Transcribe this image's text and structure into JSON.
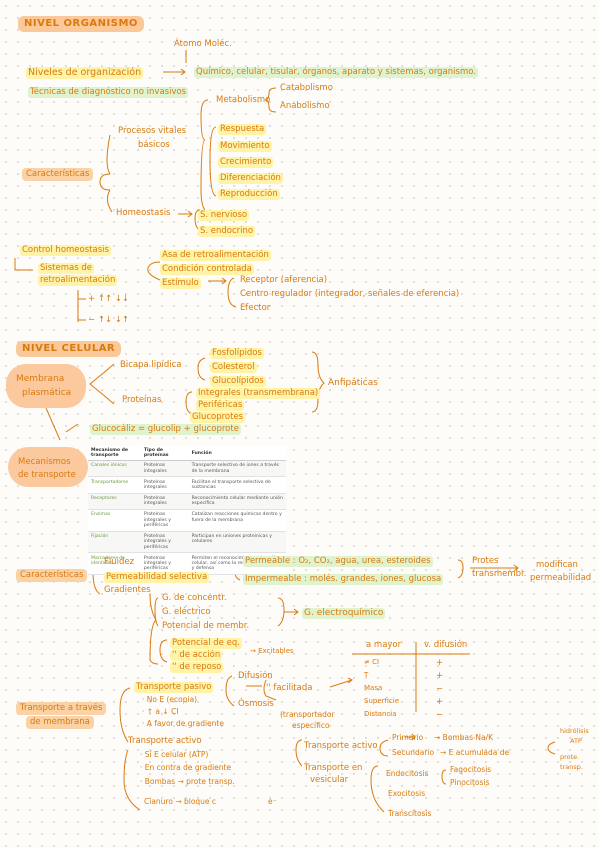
{
  "s1": {
    "title": "NIVEL ORGANISMO",
    "atomo": "Átomo Moléc.",
    "niveles": "Niveles de organización",
    "niveles_list": "Químico, celular, tisular, órganos, aparato y sistemas, organismo.",
    "tecnicas": "Técnicas de diagnóstico no invasivos",
    "metabolismo": "Metabolismo",
    "catabolismo": "Catabolismo",
    "anabolismo": "Anabolismo",
    "procesos": "Procesos vitales",
    "basicos": "básicos",
    "respuesta": "Respuesta",
    "movimiento": "Movimiento",
    "crecimiento": "Crecimiento",
    "diferenciacion": "Diferenciación",
    "reproduccion": "Reproducción",
    "caracteristicas": "Características",
    "homeostasis": "Homeostasis",
    "s_nervioso": "S. nervioso",
    "s_endocrino": "S. endocrino",
    "control": "Control homeostasis",
    "sistemas": "Sistemas de",
    "retro": "retroalimentación",
    "asa": "Asa de retroalimentación",
    "condicion": "Condición controlada",
    "estimulo": "Estímulo",
    "receptor": "Receptor (aferencia)",
    "centro": "Centro regulador (integrador, señales de eferencia)",
    "efector": "Efector",
    "plus": "+  ↑↑  ↓↓",
    "minus": "−  ↑↓  ↓↑"
  },
  "s2": {
    "title": "NIVEL CELULAR",
    "membrana": "Membrana",
    "plasmatica": "plasmática",
    "bicapa": "Bicapa lipídica",
    "fosfolipidos": "Fosfolípidos",
    "colesterol": "Colesterol",
    "glucolipidos": "Glucolípidos",
    "proteinas": "Proteínas",
    "integrales": "Integrales (transmembrana)",
    "perifericas": "Periféricas",
    "glucoprot": "Glucoprotes",
    "anfipaticas": "Anfipáticas",
    "glucocaliz": "Glucocáliz = glucolip + glucoprote",
    "mecanismos": "Mecanismos",
    "de_transporte": "de transporte"
  },
  "table": {
    "headers": [
      "Mecanismo de transporte",
      "Tipo de proteínas",
      "Función"
    ],
    "rows": [
      [
        "Canales iónicos",
        "Proteínas integrales",
        "Transporte selectivo de iones a través de la membrana"
      ],
      [
        "Transportadores",
        "Proteínas integrales",
        "Facilitan el transporte selectivo de sustancias"
      ],
      [
        "Receptores",
        "Proteínas integrales",
        "Reconocimiento celular mediante unión específica"
      ],
      [
        "Enzimas",
        "Proteínas integrales y periféricas",
        "Catalizan reacciones químicas dentro y fuera de la membrana"
      ],
      [
        "Fijación",
        "Proteínas integrales y periféricas",
        "Participan en uniones proteínicas y celulares"
      ],
      [
        "Marcadores de identidad",
        "Proteínas integrales y periféricas",
        "Permiten el reconocimiento y la unión celular, así como la respuesta inmune y defensa"
      ]
    ]
  },
  "s3": {
    "caracteristicas": "Características",
    "fluidez": "Fluidez",
    "permeabilidad": "Permeabilidad selectiva",
    "gradientes": "Gradientes",
    "permeable": "Permeable : O₂, CO₂, agua, urea, esteroides",
    "impermeable": "Impermeable : molés. grandes, iones, glucosa",
    "protes": "Protes",
    "transmembr": "transmembr.",
    "modifican": "modifican",
    "permeabilidad2": "permeabilidad",
    "g_concentr": "G. de concentr.",
    "g_electrico": "G. eléctrico",
    "potencial": "Potencial de membr.",
    "g_electroquimico": "G. electroquímico",
    "pot_eq": "Potencial de eq.",
    "pot_accion": "''   de acción",
    "excitables": "→ Excitables",
    "pot_reposo": "''   de reposo",
    "a_mayor": "a mayor",
    "v_difusion": "v. difusión",
    "t_rows": [
      "≠ CI",
      "T",
      "Masa",
      "Superficie",
      "Distancia"
    ],
    "t_signs": [
      "+",
      "+",
      "−",
      "+",
      "−"
    ]
  },
  "s4": {
    "transporte": "Transporte a través",
    "de_membrana": "de membrana",
    "pasivo": "Transporte pasivo",
    "no_e": "· No E (ecopia)",
    "a_favor_ci": "· ↑ a ↓ CI",
    "a_favor": "· A favor de gradiente",
    "difusion": "Difusión",
    "facilitada": "''  facilitada",
    "osmosis": "Ósmosis",
    "transportador": "(transportador",
    "especifico": "específico",
    "activo": "Transporte activo",
    "si_e": "· Sí E celular (ATP)",
    "en_contra": "· En contra de gradiente",
    "bombas": "· Bombas → prote transp.",
    "cianuro": "Cianuro → bloque c",
    "e_minus": "e⁻",
    "ta_activo": "Transporte activo",
    "primario": "Primario",
    "bombas_naK": "→ Bombas Na/K",
    "secundario": "Secundario",
    "e_acumulada": "→ E acumulada de",
    "hidrolisis": "hidrólisis",
    "atp": "ATP",
    "prote": "prote.",
    "transp": "transp.",
    "t_vesicular": "Transporte en",
    "vesicular": "vesicular",
    "endocitosis": "Endocitosis",
    "fagocitosis": "Fagocitosis",
    "pinocitosis": "Pinocitosis",
    "exocitosis": "Exocitosis",
    "transcitosis": "Transcitosis"
  }
}
